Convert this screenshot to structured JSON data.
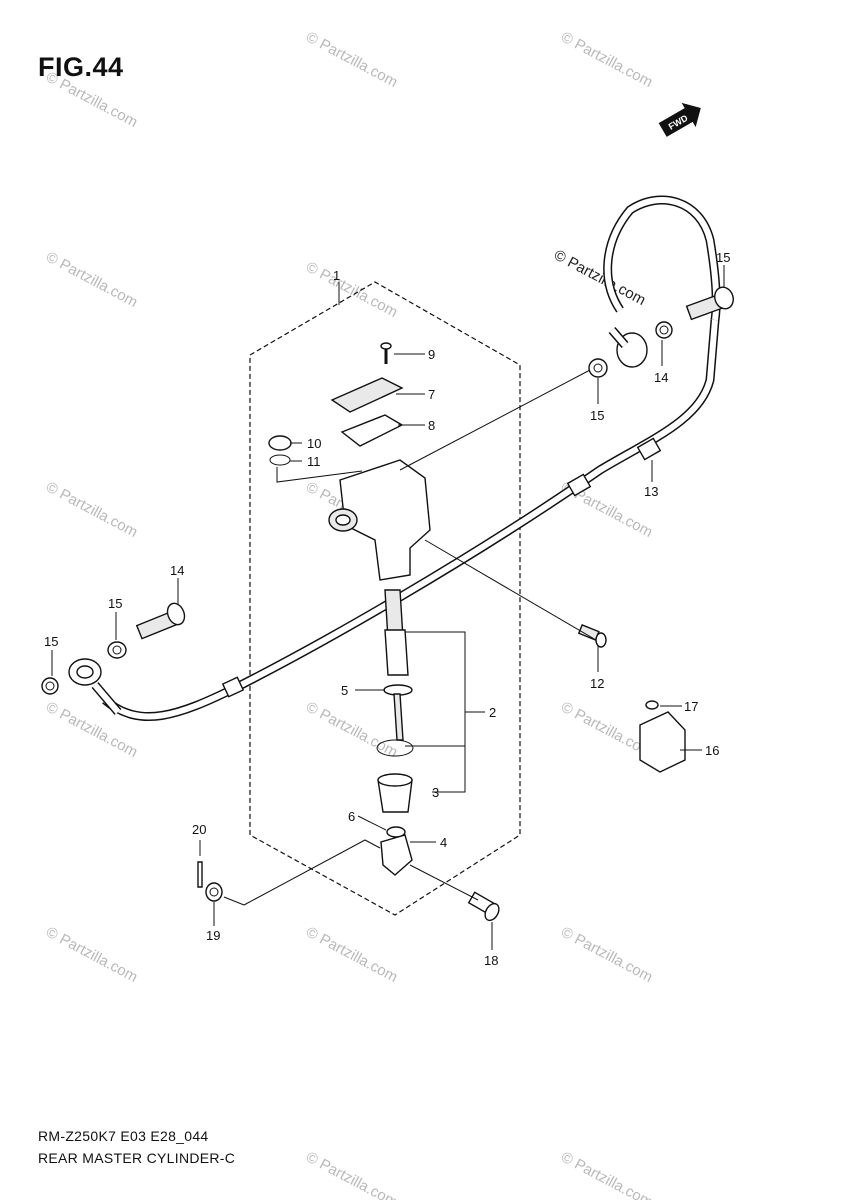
{
  "figure": {
    "title": "FIG.44",
    "code": "RM-Z250K7 E03 E28_044",
    "name": "REAR MASTER CYLINDER-C",
    "fwd_label": "FWD"
  },
  "watermark": {
    "text": "© Partzilla.com",
    "dark_text": "© Partzilla.com"
  },
  "callouts": [
    {
      "id": "c1",
      "label": "1"
    },
    {
      "id": "c9",
      "label": "9"
    },
    {
      "id": "c7",
      "label": "7"
    },
    {
      "id": "c8",
      "label": "8"
    },
    {
      "id": "c10",
      "label": "10"
    },
    {
      "id": "c11",
      "label": "11"
    },
    {
      "id": "c14a",
      "label": "14"
    },
    {
      "id": "c15a",
      "label": "15"
    },
    {
      "id": "c15b",
      "label": "15"
    },
    {
      "id": "c15c",
      "label": "15"
    },
    {
      "id": "c14b",
      "label": "14"
    },
    {
      "id": "c15d",
      "label": "15"
    },
    {
      "id": "c13",
      "label": "13"
    },
    {
      "id": "c12",
      "label": "12"
    },
    {
      "id": "c2",
      "label": "2"
    },
    {
      "id": "c5",
      "label": "5"
    },
    {
      "id": "c3",
      "label": "3"
    },
    {
      "id": "c6",
      "label": "6"
    },
    {
      "id": "c4",
      "label": "4"
    },
    {
      "id": "c17",
      "label": "17"
    },
    {
      "id": "c16",
      "label": "16"
    },
    {
      "id": "c20",
      "label": "20"
    },
    {
      "id": "c19",
      "label": "19"
    },
    {
      "id": "c18",
      "label": "18"
    }
  ]
}
